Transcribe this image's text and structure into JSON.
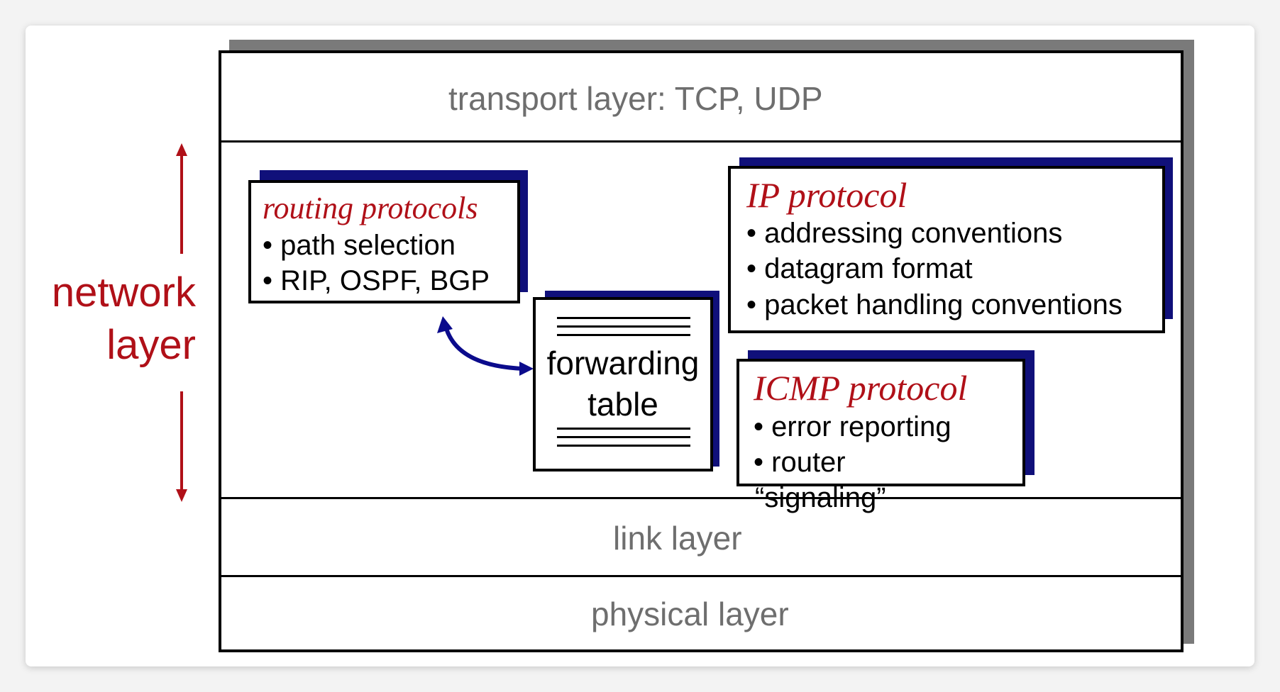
{
  "side": {
    "network_line1": "network",
    "network_line2": "layer"
  },
  "layers": {
    "transport": "transport layer: TCP, UDP",
    "link": "link layer",
    "physical": "physical layer"
  },
  "routing": {
    "title": "routing protocols",
    "items": [
      "path selection",
      "RIP, OSPF, BGP"
    ]
  },
  "forwarding": {
    "line1": "forwarding",
    "line2": "table"
  },
  "ip": {
    "title": "IP protocol",
    "items": [
      "addressing conventions",
      "datagram format",
      "packet handling conventions"
    ]
  },
  "icmp": {
    "title": "ICMP protocol",
    "items": [
      "error reporting",
      "router",
      "“signaling”"
    ]
  },
  "colors": {
    "accent_red": "#b01018",
    "shadow_blue": "#10107a",
    "arrow_blue": "#0b0b8c",
    "layer_gray": "#6e6e6e"
  }
}
